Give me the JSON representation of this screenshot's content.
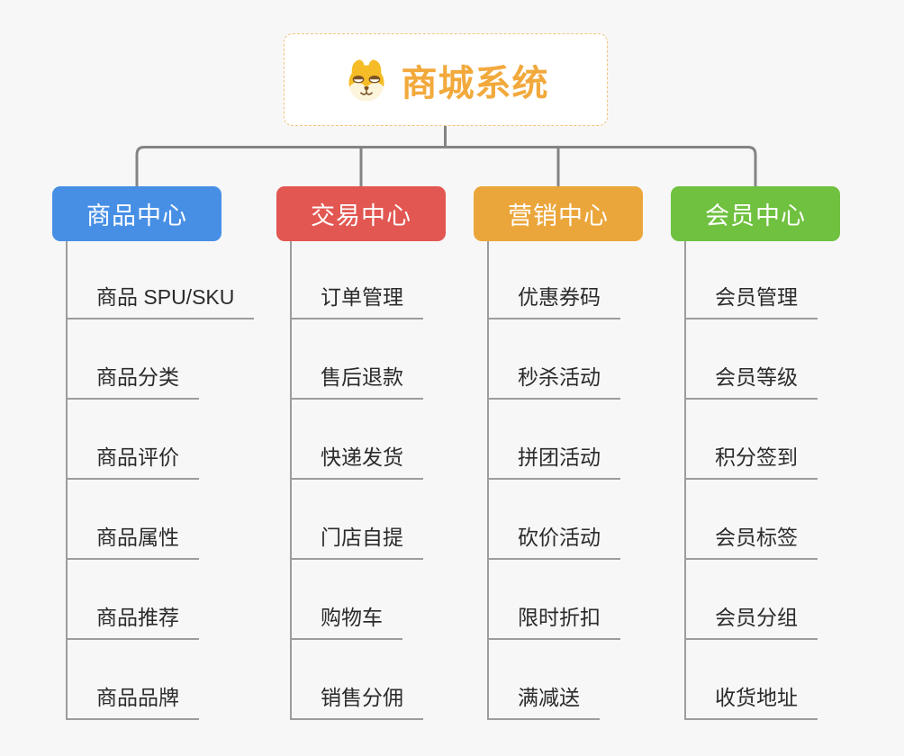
{
  "canvas": {
    "background": "#F7F7F7"
  },
  "root": {
    "label": "商城系统",
    "icon": "shiba-dog-icon",
    "text_color": "#F2A93C",
    "border_color": "#F2C27F"
  },
  "branches": [
    {
      "id": "product-center",
      "label": "商品中心",
      "color": "#478FE5",
      "children": [
        "商品 SPU/SKU",
        "商品分类",
        "商品评价",
        "商品属性",
        "商品推荐",
        "商品品牌"
      ]
    },
    {
      "id": "trade-center",
      "label": "交易中心",
      "color": "#E25752",
      "children": [
        "订单管理",
        "售后退款",
        "快递发货",
        "门店自提",
        "购物车",
        "销售分佣"
      ]
    },
    {
      "id": "marketing-center",
      "label": "营销中心",
      "color": "#EBA63B",
      "children": [
        "优惠券码",
        "秒杀活动",
        "拼团活动",
        "砍价活动",
        "限时折扣",
        "满减送"
      ]
    },
    {
      "id": "member-center",
      "label": "会员中心",
      "color": "#6FC13F",
      "children": [
        "会员管理",
        "会员等级",
        "积分签到",
        "会员标签",
        "会员分组",
        "收货地址"
      ]
    }
  ],
  "colors": {
    "connector": "#848484",
    "leaf_line": "#9C9C9C",
    "leaf_text": "#2B2B2B",
    "branch_text": "#FFFFFF"
  }
}
